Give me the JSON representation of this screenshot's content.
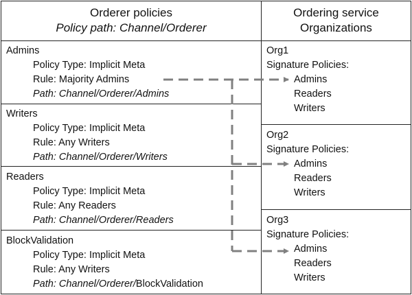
{
  "left_header": {
    "title": "Orderer policies",
    "subtitle": "Policy path: Channel/Orderer"
  },
  "right_header": {
    "line1": "Ordering service",
    "line2": "Organizations"
  },
  "policies": [
    {
      "name": "Admins",
      "type": "Policy Type: Implicit Meta",
      "rule": "Rule: Majority Admins",
      "path": "Path: Channel/Orderer/Admins"
    },
    {
      "name": "Writers",
      "type": "Policy Type: Implicit Meta",
      "rule": "Rule: Any Writers",
      "path": "Path: Channel/Orderer/Writers"
    },
    {
      "name": "Readers",
      "type": "Policy Type: Implicit Meta",
      "rule": "Rule: Any Readers",
      "path": "Path: Channel/Orderer/Readers"
    },
    {
      "name": "BlockValidation",
      "type": "Policy Type: Implicit Meta",
      "rule": "Rule: Any Writers",
      "path_italic": "Path: Channel/Orderer/",
      "path_plain": "BlockValidation"
    }
  ],
  "orgs": [
    {
      "name": "Org1",
      "sig": "Signature Policies:",
      "items": [
        "Admins",
        "Readers",
        "Writers"
      ]
    },
    {
      "name": "Org2",
      "sig": "Signature Policies:",
      "items": [
        "Admins",
        "Readers",
        "Writers"
      ]
    },
    {
      "name": "Org3",
      "sig": "Signature Policies:",
      "items": [
        "Admins",
        "Readers",
        "Writers"
      ]
    }
  ],
  "colors": {
    "connector": "#808080",
    "border": "#222222"
  }
}
